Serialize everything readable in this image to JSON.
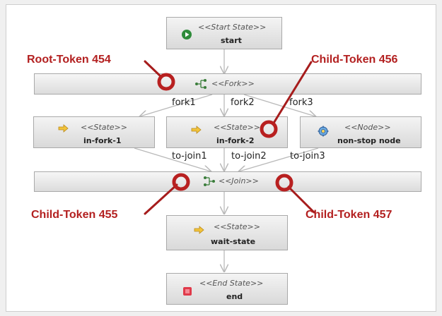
{
  "nodes": {
    "start": {
      "stereotype": "<<Start State>>",
      "name": "start",
      "icon": "play-icon"
    },
    "fork": {
      "stereotype": "<<Fork>>",
      "name": "",
      "icon": "fork-icon"
    },
    "in_fork_1": {
      "stereotype": "<<State>>",
      "name": "in-fork-1",
      "icon": "state-arrow-icon"
    },
    "in_fork_2": {
      "stereotype": "<<State>>",
      "name": "in-fork-2",
      "icon": "state-arrow-icon"
    },
    "non_stop": {
      "stereotype": "<<Node>>",
      "name": "non-stop node",
      "icon": "gear-icon"
    },
    "join": {
      "stereotype": "<<Join>>",
      "name": "",
      "icon": "join-icon"
    },
    "wait_state": {
      "stereotype": "<<State>>",
      "name": "wait-state",
      "icon": "state-arrow-icon"
    },
    "end": {
      "stereotype": "<<End State>>",
      "name": "end",
      "icon": "stop-icon"
    }
  },
  "transitions": {
    "fork1": "fork1",
    "fork2": "fork2",
    "fork3": "fork3",
    "to_join1": "to-join1",
    "to_join2": "to-join2",
    "to_join3": "to-join3"
  },
  "tokens": {
    "root_454": "Root-Token 454",
    "child_456": "Child-Token 456",
    "child_455": "Child-Token 455",
    "child_457": "Child-Token 457"
  },
  "colors": {
    "token": "#b32020",
    "edge": "#b9b9b9",
    "node_border": "#a9a9a9"
  }
}
